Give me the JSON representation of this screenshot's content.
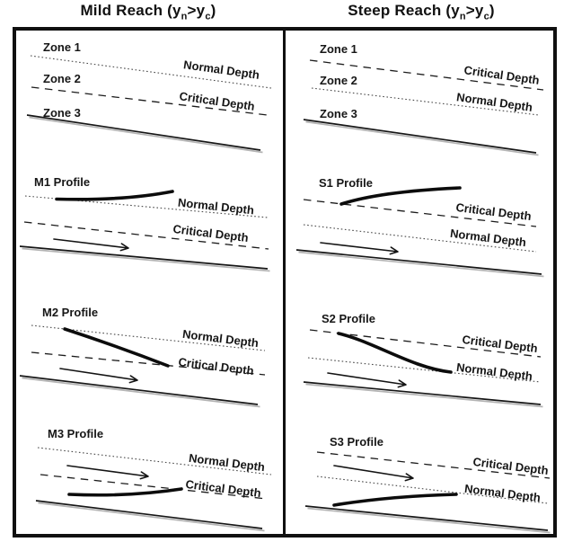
{
  "diagram": {
    "mild_title": {
      "pre": "Mild Reach (y",
      "sub1": "n",
      "mid": ">y",
      "sub2": "c",
      "post": ")"
    },
    "steep_title": {
      "pre": "Steep Reach (y",
      "sub1": "n",
      "mid": ">y",
      "sub2": "c",
      "post": ")"
    },
    "labels": {
      "zone1": "Zone 1",
      "zone2": "Zone 2",
      "zone3": "Zone 3",
      "normal_depth": "Normal Depth",
      "critical_depth": "Critical Depth",
      "m1_profile": "M1 Profile",
      "m2_profile": "M2 Profile",
      "m3_profile": "M3 Profile",
      "s1_profile": "S1 Profile",
      "s2_profile": "S2 Profile",
      "s3_profile": "S3 Profile"
    },
    "colors": {
      "ink": "#111111",
      "background": "#ffffff",
      "bed_shadow": "#b3b3b3"
    }
  }
}
